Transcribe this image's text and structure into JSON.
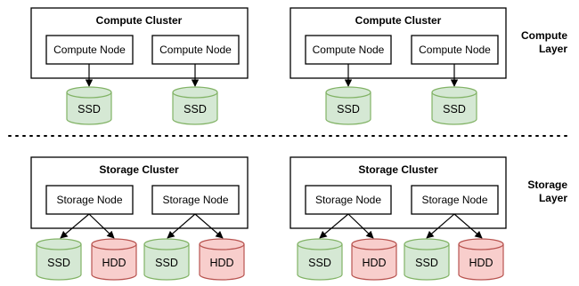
{
  "colors": {
    "ssd_fill": "#d5e8d4",
    "ssd_stroke": "#82b366",
    "hdd_fill": "#f8cecc",
    "hdd_stroke": "#b85450"
  },
  "compute_layer": {
    "label_line1": "Compute",
    "label_line2": "Layer",
    "clusters": [
      {
        "title": "Compute Cluster",
        "nodes": [
          "Compute Node",
          "Compute Node"
        ],
        "disks": [
          "SSD",
          "SSD"
        ]
      },
      {
        "title": "Compute Cluster",
        "nodes": [
          "Compute Node",
          "Compute Node"
        ],
        "disks": [
          "SSD",
          "SSD"
        ]
      }
    ]
  },
  "storage_layer": {
    "label_line1": "Storage",
    "label_line2": "Layer",
    "clusters": [
      {
        "title": "Storage Cluster",
        "nodes": [
          "Storage Node",
          "Storage Node"
        ],
        "disks": [
          "SSD",
          "HDD",
          "SSD",
          "HDD"
        ]
      },
      {
        "title": "Storage Cluster",
        "nodes": [
          "Storage Node",
          "Storage Node"
        ],
        "disks": [
          "SSD",
          "HDD",
          "SSD",
          "HDD"
        ]
      }
    ]
  }
}
